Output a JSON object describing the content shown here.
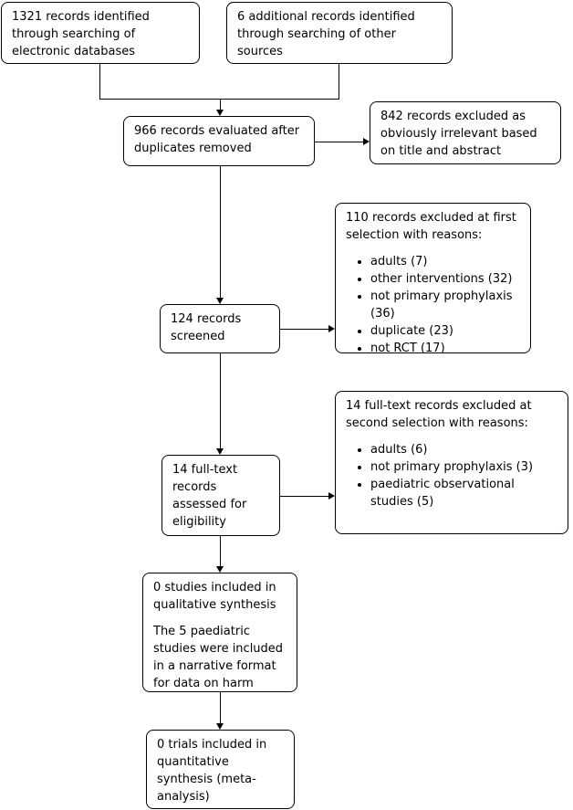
{
  "diagram": {
    "boxes": {
      "identified_databases": "1321 records identified through searching of electronic databases",
      "identified_other_sources": "6 additional records identified through searching of other sources",
      "evaluated_after_duplicates": "966 records evaluated after duplicates removed",
      "excluded_title_abstract": "842 records excluded as obviously irrelevant based on title and abstract",
      "records_screened": "124 records screened",
      "excluded_first_selection": {
        "heading": "110 records excluded at first selection with reasons:",
        "reasons": [
          "adults (7)",
          "other interventions (32)",
          "not primary prophylaxis (36)",
          "duplicate (23)",
          "not RCT (17)"
        ]
      },
      "fulltext_assessed": "14 full-text records assessed for eligibility",
      "excluded_second_selection": {
        "heading": "14 full-text records excluded at second selection with reasons:",
        "reasons": [
          "adults (6)",
          "not primary prophylaxis (3)",
          "paediatric observational studies (5)"
        ]
      },
      "qualitative_synthesis": {
        "line1": "0 studies included in qualitative synthesis",
        "line2": "The 5 paediatric studies were included in a narrative format for data on harm"
      },
      "quantitative_synthesis": "0 trials included in quantitative synthesis (meta-analysis)"
    },
    "colors": {
      "border": "#000000",
      "background": "#ffffff",
      "text": "#000000"
    }
  }
}
